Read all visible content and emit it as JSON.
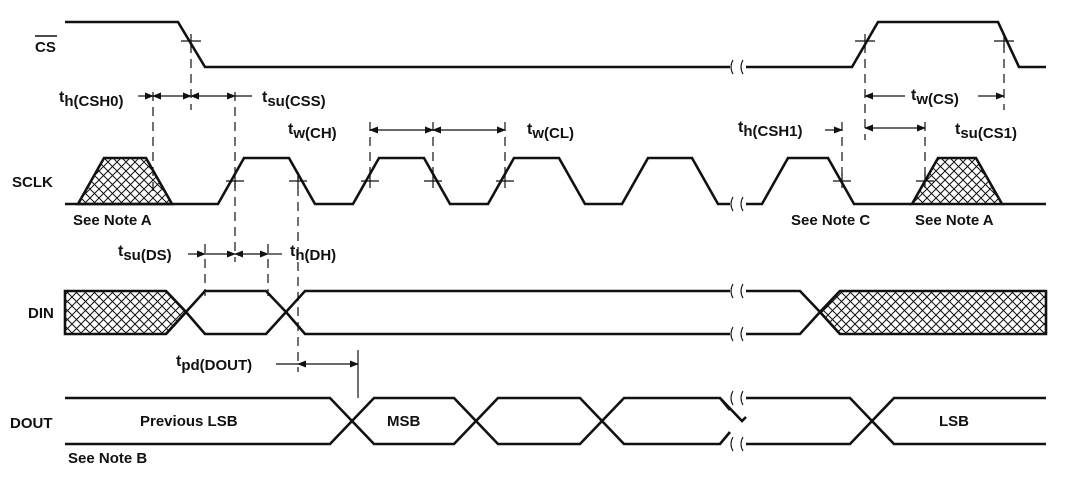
{
  "signals": {
    "cs": "CS",
    "sclk": "SCLK",
    "din": "DIN",
    "dout": "DOUT"
  },
  "timings": {
    "th_csh0": {
      "base": "t",
      "sub": "h(CSH0)"
    },
    "tsu_css": {
      "base": "t",
      "sub": "su(CSS)"
    },
    "tw_ch": {
      "base": "t",
      "sub": "w(CH)"
    },
    "tw_cl": {
      "base": "t",
      "sub": "w(CL)"
    },
    "th_csh1": {
      "base": "t",
      "sub": "h(CSH1)"
    },
    "tw_cs": {
      "base": "t",
      "sub": "w(CS)"
    },
    "tsu_cs1": {
      "base": "t",
      "sub": "su(CS1)"
    },
    "tsu_ds": {
      "base": "t",
      "sub": "su(DS)"
    },
    "th_dh": {
      "base": "t",
      "sub": "h(DH)"
    },
    "tpd_dout": {
      "base": "t",
      "sub": "pd(DOUT)"
    }
  },
  "notes": {
    "sclk_left": "See Note A",
    "sclk_mid": "See Note C",
    "sclk_right": "See Note A",
    "dout": "See Note B"
  },
  "dout_data": {
    "previous": "Previous LSB",
    "msb": "MSB",
    "lsb": "LSB"
  }
}
